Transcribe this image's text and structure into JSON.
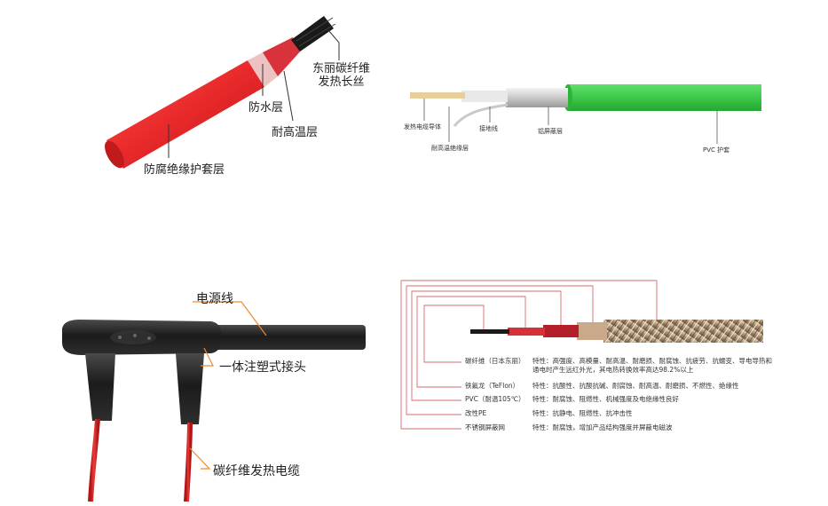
{
  "panel_top_left": {
    "labels": {
      "heating_wire": "东丽碳纤维",
      "heating_wire2": "发热长丝",
      "waterproof": "防水层",
      "high_temp": "耐高温层",
      "jacket": "防腐绝缘护套层"
    }
  },
  "panel_top_right": {
    "labels": {
      "conductor": "发热电缆导体",
      "insulation": "耐高温绝缘层",
      "ground": "接地线",
      "shield": "铝屏蔽层",
      "pvc": "PVC 护套"
    }
  },
  "panel_bottom_left": {
    "labels": {
      "power_line": "电源线",
      "joint": "一体注塑式接头",
      "cable": "碳纤维发热电缆"
    }
  },
  "panel_bottom_right": {
    "rows": [
      {
        "name": "碳纤维（日本东丽）",
        "desc": "特性：高强度、高模量、耐高温、耐磨损、耐腐蚀、抗疲劳、抗蠕变、导电导热和",
        "desc2": "通电时产生远红外光，其电热转换效率高达98.2%以上"
      },
      {
        "name": "铁氟龙（TeFlon）",
        "desc": "特性：抗酸性、抗酸抗碱、耐腐蚀、耐高温、耐磨损、不燃性、绝缘性"
      },
      {
        "name": "PVC（耐温105℃）",
        "desc": "特性：耐腐蚀、阻燃性、机械强度及电绝缘性良好"
      },
      {
        "name": "改性PE",
        "desc": "特性：抗静电、阻燃性、抗冲击性"
      },
      {
        "name": "不锈钢屏蔽网",
        "desc": "特性：耐腐蚀，增加产品结构强度并屏蔽电磁波"
      }
    ]
  },
  "colors": {
    "red_jacket": "#e8292b",
    "green_jacket": "#3cc94a",
    "leader_red": "#d9534f",
    "black_cable": "#1e1e1e"
  }
}
